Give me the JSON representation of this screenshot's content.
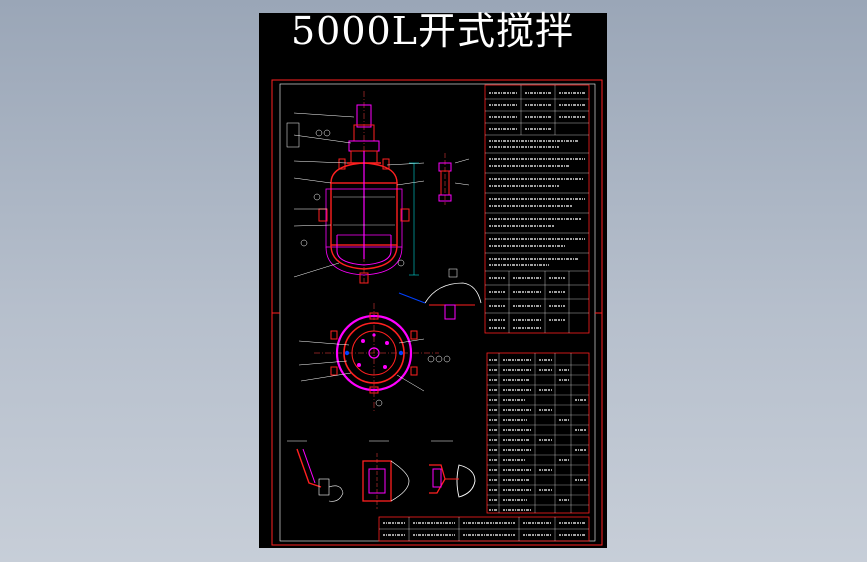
{
  "drawing": {
    "title": "5000L开式搅拌",
    "colors": {
      "background": "#9aa6b7",
      "sheet": "#000000",
      "frame": "#ff0000",
      "line": "#ffffff",
      "highlight": "#ff00ff",
      "accent": "#0000ff",
      "dim": "#00ffff"
    },
    "views": [
      "elevation-view",
      "plan-view",
      "detail-views",
      "notes-table",
      "parts-table",
      "title-block"
    ]
  }
}
